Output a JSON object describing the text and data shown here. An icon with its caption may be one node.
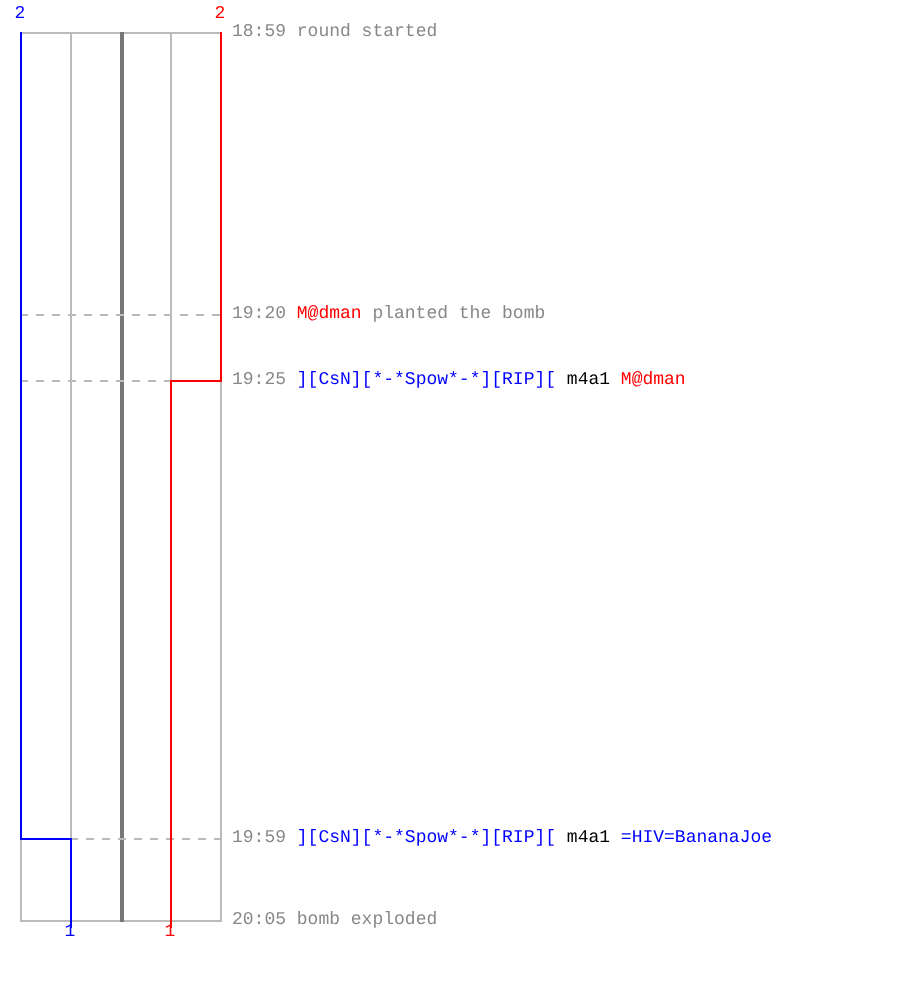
{
  "diagram": {
    "labels": [
      "2",
      "2",
      "18:59",
      "round started",
      "19:20",
      "M@dman",
      "planted the bomb",
      "19:25",
      "][CsN][*-*Spow*-*][RIP][",
      "m4a1",
      "M@dman",
      "19:59",
      "][CsN][*-*Spow*-*][RIP][",
      "m4a1",
      "=HIV=BananaJoe",
      "20:05",
      "bomb exploded",
      "1",
      "1"
    ]
  }
}
